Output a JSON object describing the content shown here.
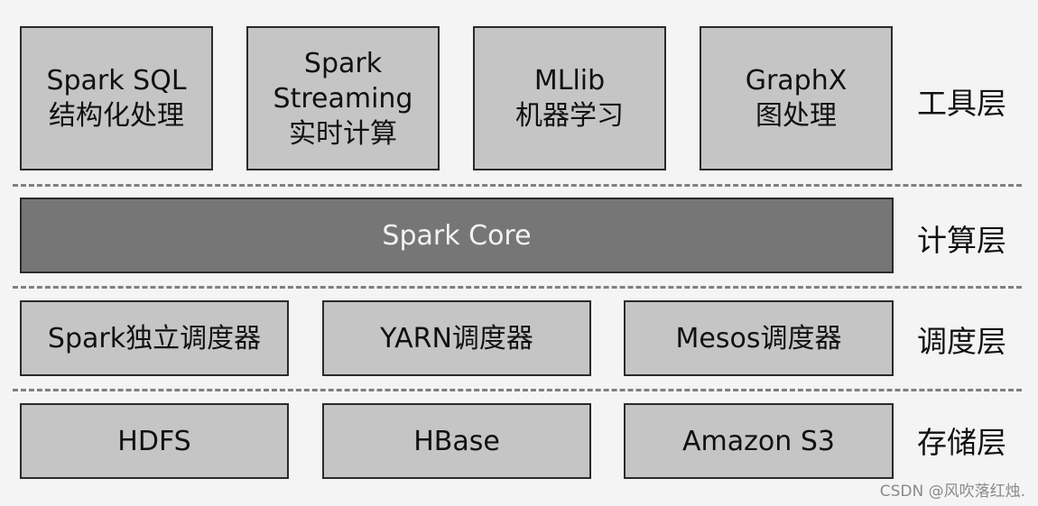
{
  "colors": {
    "box_fill": "#c5c5c5",
    "core_fill": "#767676",
    "border": "#2a2a2a",
    "separator": "#808080",
    "background": "#f4f4f4"
  },
  "tool_layer": {
    "label": "工具层",
    "boxes": [
      {
        "lines": [
          "Spark SQL",
          "结构化处理"
        ]
      },
      {
        "lines": [
          "Spark",
          "Streaming",
          "实时计算"
        ]
      },
      {
        "lines": [
          "MLlib",
          "机器学习"
        ]
      },
      {
        "lines": [
          "GraphX",
          "图处理"
        ]
      }
    ]
  },
  "compute_layer": {
    "label": "计算层",
    "core": "Spark Core"
  },
  "scheduler_layer": {
    "label": "调度层",
    "boxes": [
      "Spark独立调度器",
      "YARN调度器",
      "Mesos调度器"
    ]
  },
  "storage_layer": {
    "label": "存储层",
    "boxes": [
      "HDFS",
      "HBase",
      "Amazon S3"
    ]
  },
  "watermark": "CSDN @风吹落红烛."
}
